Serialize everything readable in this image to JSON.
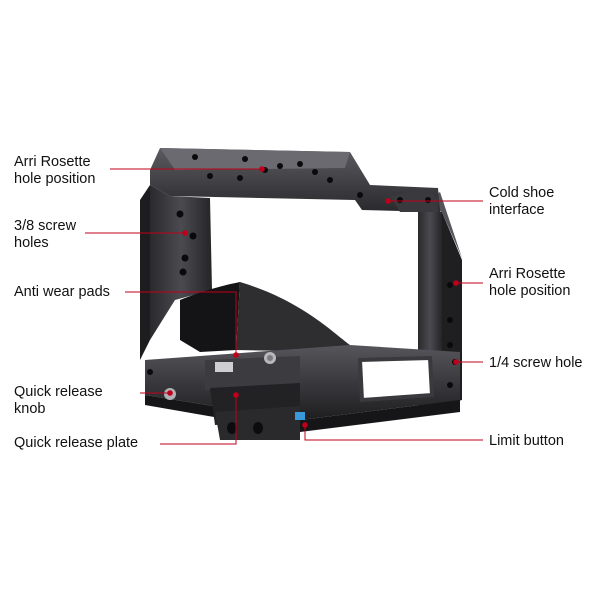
{
  "labels": {
    "arri_left": [
      "Arri Rosette",
      "hole position"
    ],
    "screw_38": [
      "3/8 screw",
      "holes"
    ],
    "anti_wear": [
      "Anti wear pads"
    ],
    "qr_knob": [
      "Quick release",
      "knob"
    ],
    "qr_plate": [
      "Quick release plate"
    ],
    "cold_shoe": [
      "Cold shoe",
      "interface"
    ],
    "arri_right": [
      "Arri Rosette",
      "hole position"
    ],
    "screw_14": [
      "1/4 screw hole"
    ],
    "limit": [
      "Limit button"
    ]
  },
  "colors": {
    "leader_line": "#c0001a",
    "cage_dark": "#2b2b2d",
    "cage_mid": "#46464a",
    "cage_light": "#6a6a70",
    "knob_blue": "#3a9ad9"
  }
}
